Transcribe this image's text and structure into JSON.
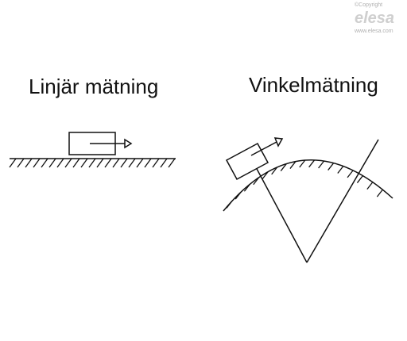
{
  "watermark": {
    "copyright": "©Copyright",
    "logo": "elesa",
    "url": "www.elesa.com"
  },
  "labels": {
    "linear": "Linjär mätning",
    "angular": "Vinkelmätning"
  },
  "colors": {
    "line": "#111111",
    "watermark": "#c8c8c8"
  }
}
